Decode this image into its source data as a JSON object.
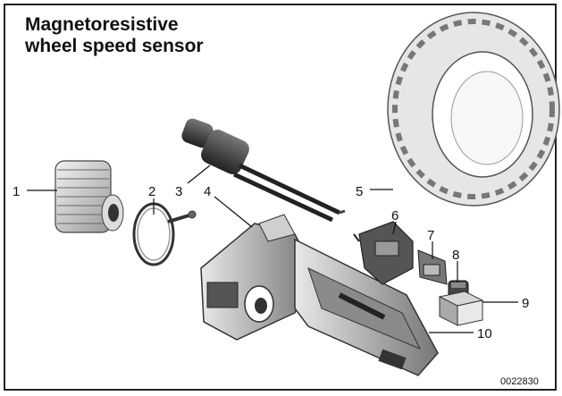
{
  "title": {
    "line1": "Magnetoresistive",
    "line2": "wheel speed sensor"
  },
  "callouts": [
    {
      "id": "1",
      "label": "1"
    },
    {
      "id": "2",
      "label": "2"
    },
    {
      "id": "3",
      "label": "3"
    },
    {
      "id": "4",
      "label": "4"
    },
    {
      "id": "5",
      "label": "5"
    },
    {
      "id": "6",
      "label": "6"
    },
    {
      "id": "7",
      "label": "7"
    },
    {
      "id": "8",
      "label": "8"
    },
    {
      "id": "9",
      "label": "9"
    },
    {
      "id": "10",
      "label": "10"
    }
  ],
  "figure_number": "0022830"
}
